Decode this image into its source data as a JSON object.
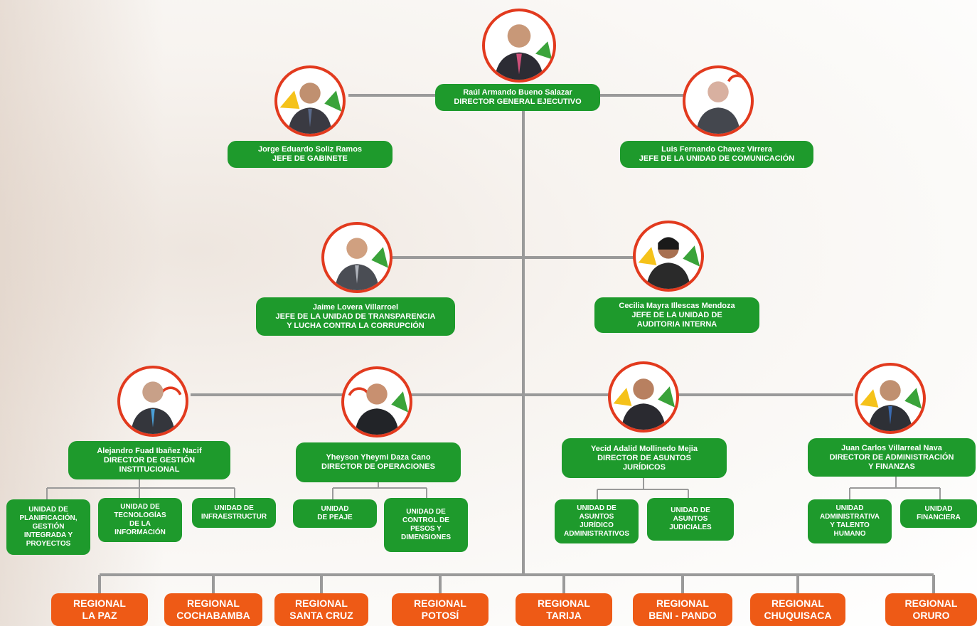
{
  "director": {
    "name": "Raúl Armando Bueno Salazar",
    "title": "DIRECTOR GENERAL EJECUTIVO"
  },
  "gabinete": {
    "name": "Jorge Eduardo Soliz Ramos",
    "title": "JEFE DE GABINETE"
  },
  "comunicacion": {
    "name": "Luis Fernando Chavez Virrera",
    "title": "JEFE DE LA UNIDAD DE COMUNICACIÓN"
  },
  "transparencia": {
    "name": "Jaime Lovera Villarroel",
    "title1": "JEFE DE LA UNIDAD DE TRANSPARENCIA",
    "title2": "Y LUCHA CONTRA LA CORRUPCIÓN"
  },
  "auditoria": {
    "name": "Cecilia Mayra Illescas Mendoza",
    "title1": "JEFE DE LA UNIDAD DE",
    "title2": "AUDITORIA INTERNA"
  },
  "gestion": {
    "name": "Alejandro Fuad Ibañez Nacif",
    "title1": "DIRECTOR DE GESTIÓN",
    "title2": "INSTITUCIONAL"
  },
  "operaciones": {
    "name": "Yheyson Yheymi Daza Cano",
    "title": "DIRECTOR DE OPERACIONES"
  },
  "juridicos": {
    "name": "Yecid Adalid Mollinedo Mejia",
    "title1": "DIRECTOR DE ASUNTOS",
    "title2": "JURÍDICOS"
  },
  "administracion": {
    "name": "Juan Carlos Villarreal Nava",
    "title1": "DIRECTOR DE ADMINISTRACIÓN",
    "title2": "Y FINANZAS"
  },
  "units": {
    "planificacion": [
      "UNIDAD DE",
      "PLANIFICACIÓN,",
      "GESTIÓN",
      "INTEGRADA Y",
      "PROYECTOS"
    ],
    "tecnologias": [
      "UNIDAD DE",
      "TECNOLOGÍAS",
      "DE LA",
      "INFORMACIÓN"
    ],
    "infraestructura": [
      "UNIDAD DE",
      "INFRAESTRUCTUR"
    ],
    "peaje": [
      "UNIDAD",
      "DE PEAJE"
    ],
    "control": [
      "UNIDAD DE",
      "CONTROL DE",
      "PESOS Y",
      "DIMENSIONES"
    ],
    "juridico_adm": [
      "UNIDAD DE",
      "ASUNTOS",
      "JURÍDICO",
      "ADMINISTRATIVOS"
    ],
    "judiciales": [
      "UNIDAD DE",
      "ASUNTOS",
      "JUDICIALES"
    ],
    "talento": [
      "UNIDAD",
      "ADMINISTRATIVA",
      "Y TALENTO",
      "HUMANO"
    ],
    "financiera": [
      "UNIDAD",
      "FINANCIERA"
    ]
  },
  "regionals": [
    [
      "REGIONAL",
      "LA PAZ"
    ],
    [
      "REGIONAL",
      "COCHABAMBA"
    ],
    [
      "REGIONAL",
      "SANTA CRUZ"
    ],
    [
      "REGIONAL",
      "POTOSÍ"
    ],
    [
      "REGIONAL",
      "TARIJA"
    ],
    [
      "REGIONAL",
      "BENI - PANDO"
    ],
    [
      "REGIONAL",
      "CHUQUISACA"
    ],
    [
      "REGIONAL",
      "ORURO"
    ]
  ],
  "colors": {
    "green": "#1e9a2c",
    "orange": "#ee5a16",
    "line": "#9a9a9a",
    "photo_border": "#e23a1e"
  }
}
